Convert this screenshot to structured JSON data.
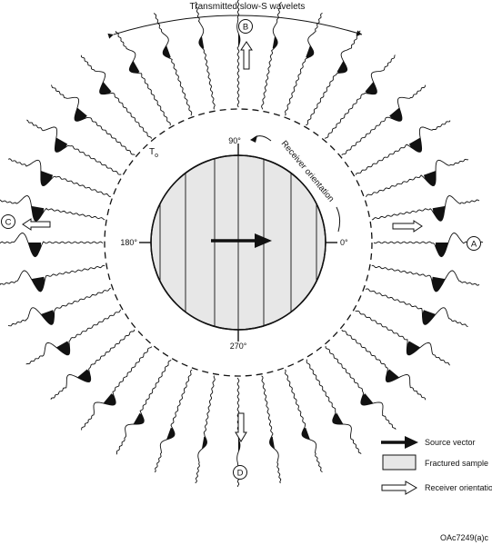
{
  "figure": {
    "title": "Transmitted slow-S wavelets",
    "receiver_orientation": "Receiver orientation",
    "t0": {
      "main": "T",
      "sub": "o"
    },
    "angles": {
      "a0": "0°",
      "a90": "90°",
      "a180": "180°",
      "a270": "270°"
    },
    "markers": {
      "A": "A",
      "B": "B",
      "C": "C",
      "D": "D"
    },
    "legend": {
      "source_vector": "Source vector",
      "fractured_sample": "Fractured sample",
      "receiver_orientation": "Receiver orientation"
    },
    "figure_id": "OAc7249(a)c",
    "wavelet_count": 36
  }
}
